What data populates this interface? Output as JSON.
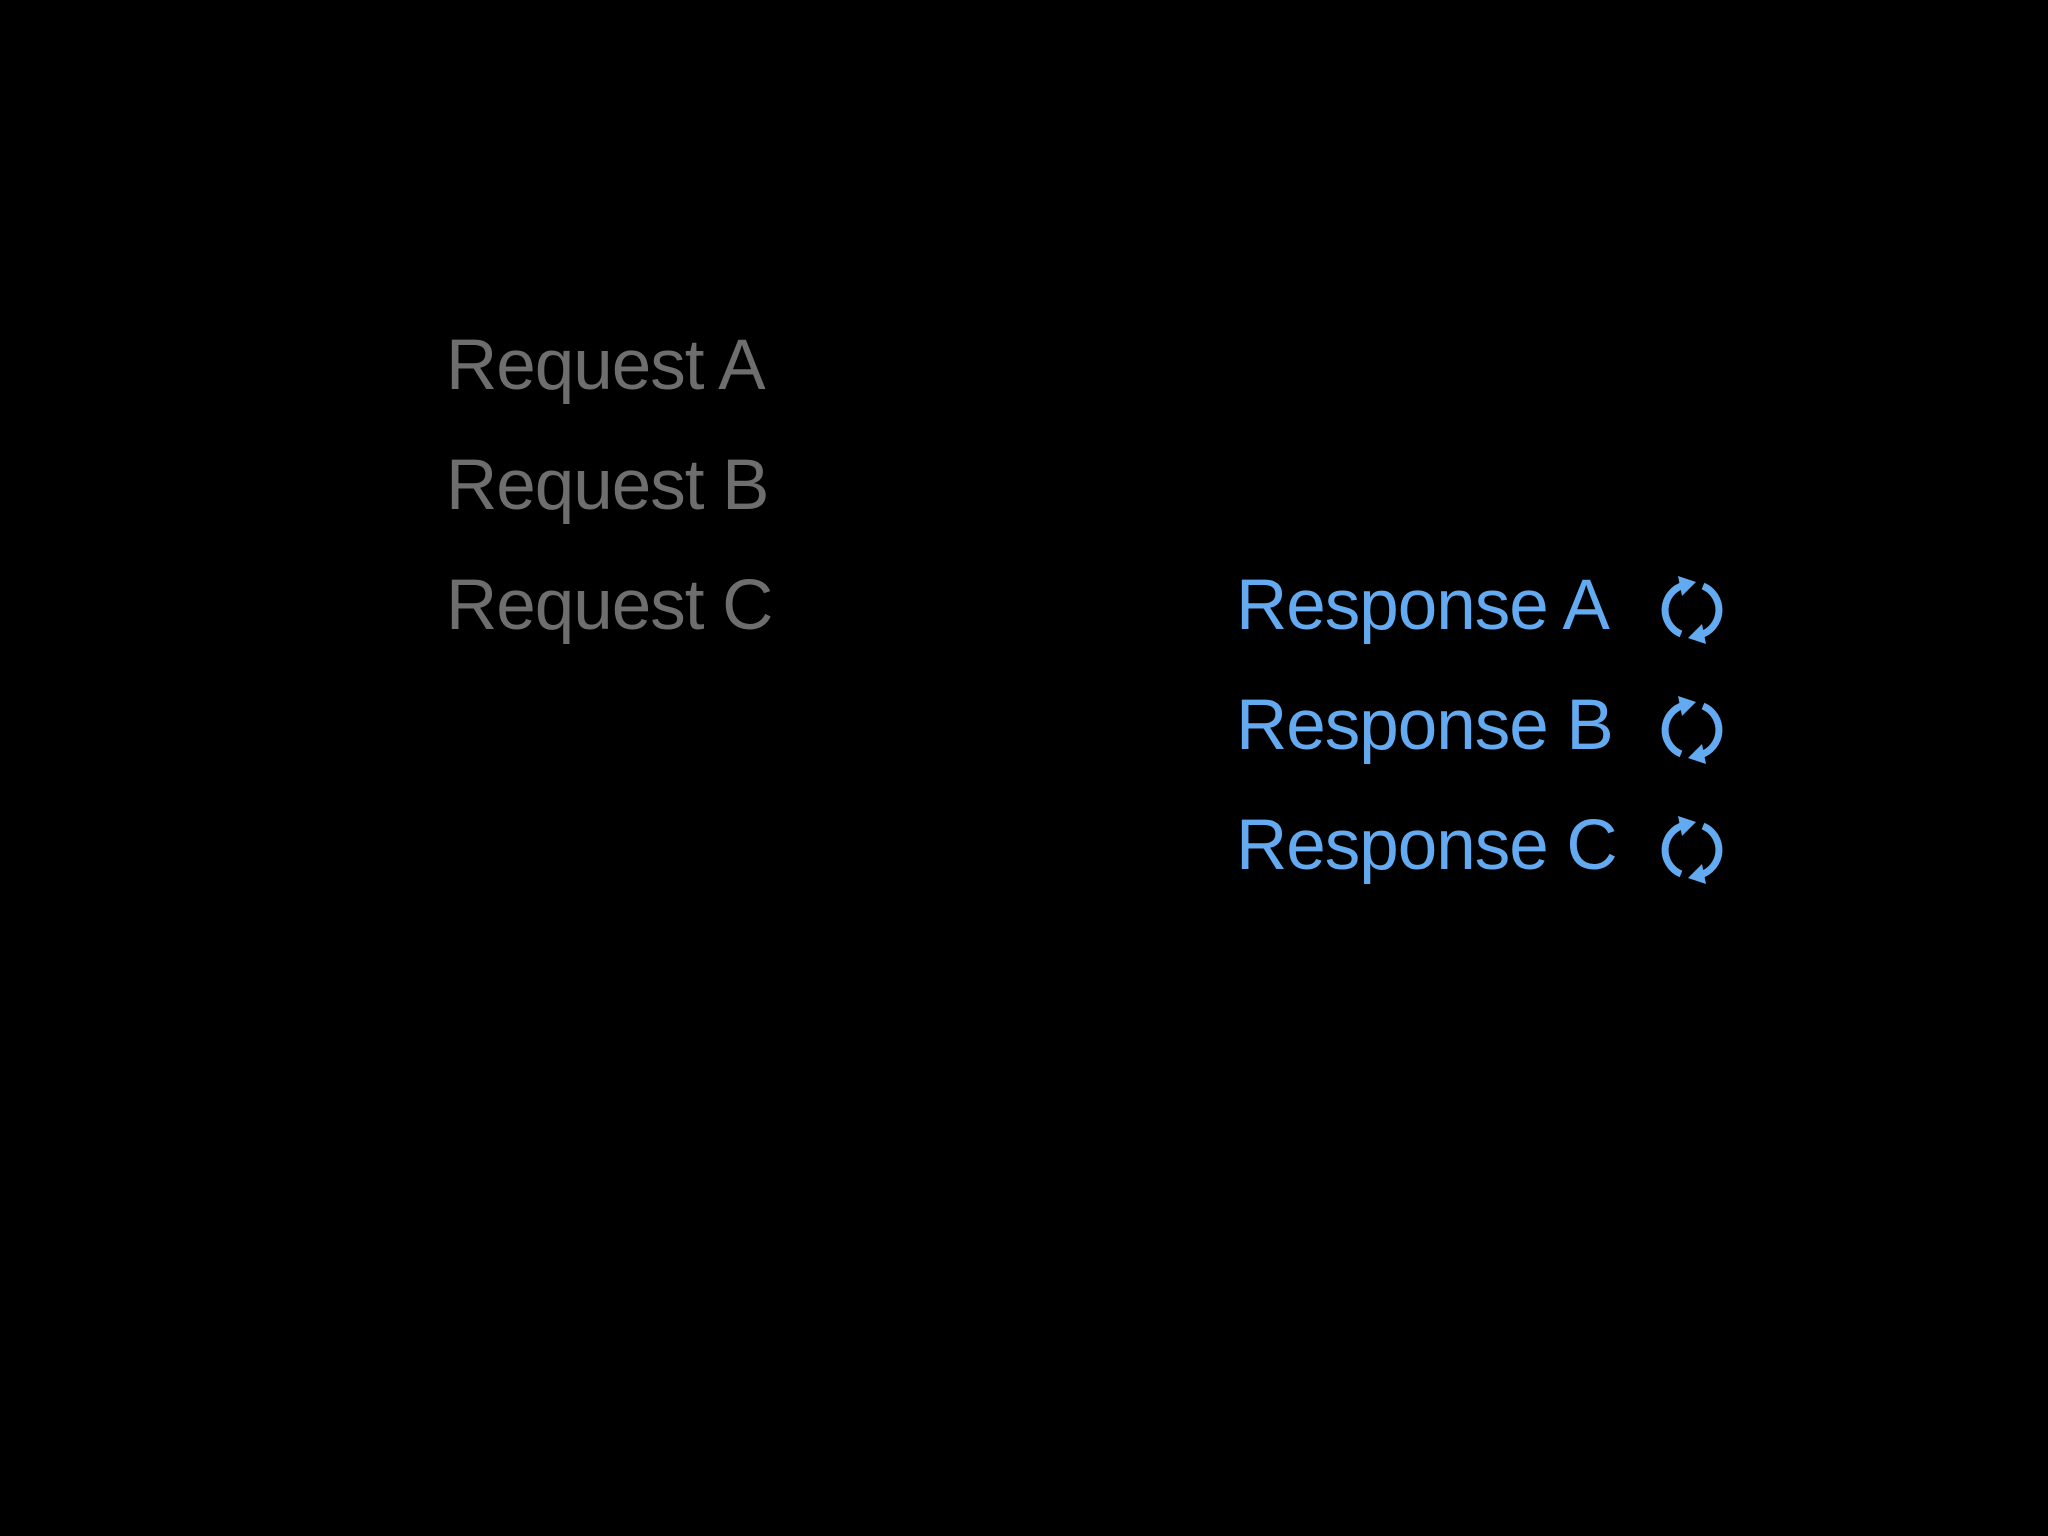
{
  "colors": {
    "background": "#000000",
    "request_text": "#6e6e6e",
    "response_text": "#64aaf0"
  },
  "requests": [
    {
      "label": "Request A"
    },
    {
      "label": "Request B"
    },
    {
      "label": "Request C"
    }
  ],
  "responses": [
    {
      "label": "Response A",
      "icon": "refresh-icon"
    },
    {
      "label": "Response B",
      "icon": "refresh-icon"
    },
    {
      "label": "Response C",
      "icon": "refresh-icon"
    }
  ]
}
